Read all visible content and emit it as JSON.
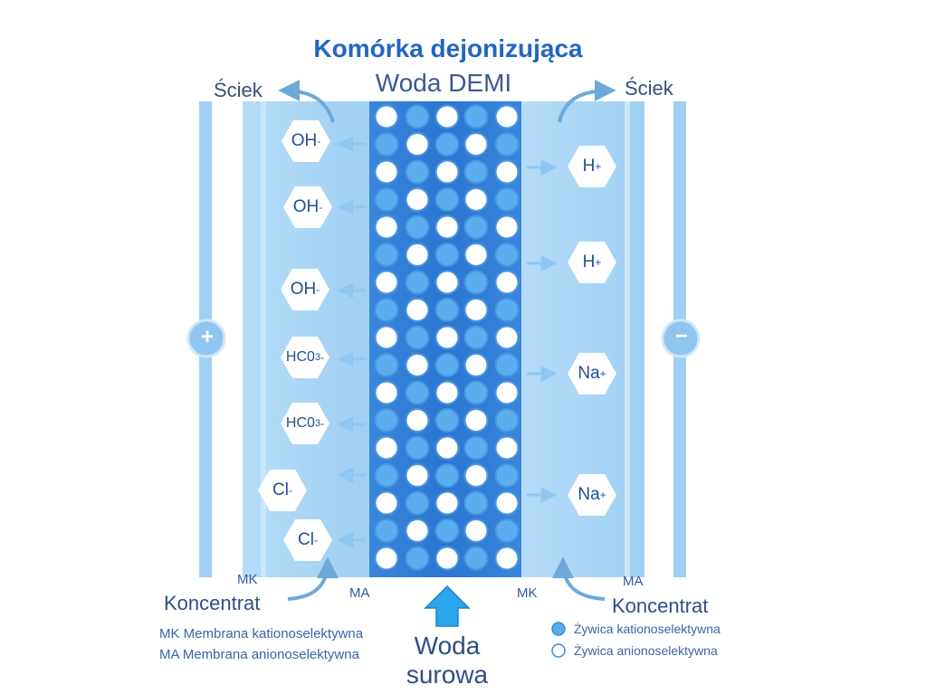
{
  "title": "Komórka dejonizująca",
  "top_label": "Woda DEMI",
  "waste_left": "Ściek",
  "waste_right": "Ściek",
  "concentrate_left": "Koncentrat",
  "concentrate_right": "Koncentrat",
  "membranes": {
    "mk_left": "MK",
    "ma_left": "MA",
    "mk_right": "MK",
    "ma_right": "MA"
  },
  "raw_water": [
    "Woda",
    "surowa"
  ],
  "electrodes": {
    "positive": "+",
    "negative": "−"
  },
  "membrane_legend": [
    "MK Membrana kationoselektywna",
    "MA Membrana anionoselektywna"
  ],
  "resin_legend": [
    {
      "label": "Żywica kationoselektywna",
      "color": "#5aaef0"
    },
    {
      "label": "Żywica anionoselektywna",
      "color": "#ffffff"
    }
  ],
  "anions": [
    {
      "base": "OH",
      "sub": "",
      "charge": "-"
    },
    {
      "base": "OH",
      "sub": "",
      "charge": "-"
    },
    {
      "base": "OH",
      "sub": "",
      "charge": "-"
    },
    {
      "base": "HC0",
      "sub": "3",
      "charge": "-"
    },
    {
      "base": "HC0",
      "sub": "3",
      "charge": "-"
    },
    {
      "base": "Cl",
      "sub": "",
      "charge": "-"
    },
    {
      "base": "Cl",
      "sub": "",
      "charge": "-"
    }
  ],
  "cations": [
    {
      "base": "H",
      "sub": "",
      "charge": "+"
    },
    {
      "base": "H",
      "sub": "",
      "charge": "+"
    },
    {
      "base": "Na",
      "sub": "",
      "charge": "+"
    },
    {
      "base": "Na",
      "sub": "",
      "charge": "+"
    }
  ],
  "colors": {
    "cation_resin": "#5aaef0",
    "anion_resin": "#ffffff",
    "center_channel": "#2f7fd8",
    "side_channel": "#a8d6f8",
    "accent_title": "#2266c4",
    "arrow_up": "#29a6ec"
  }
}
